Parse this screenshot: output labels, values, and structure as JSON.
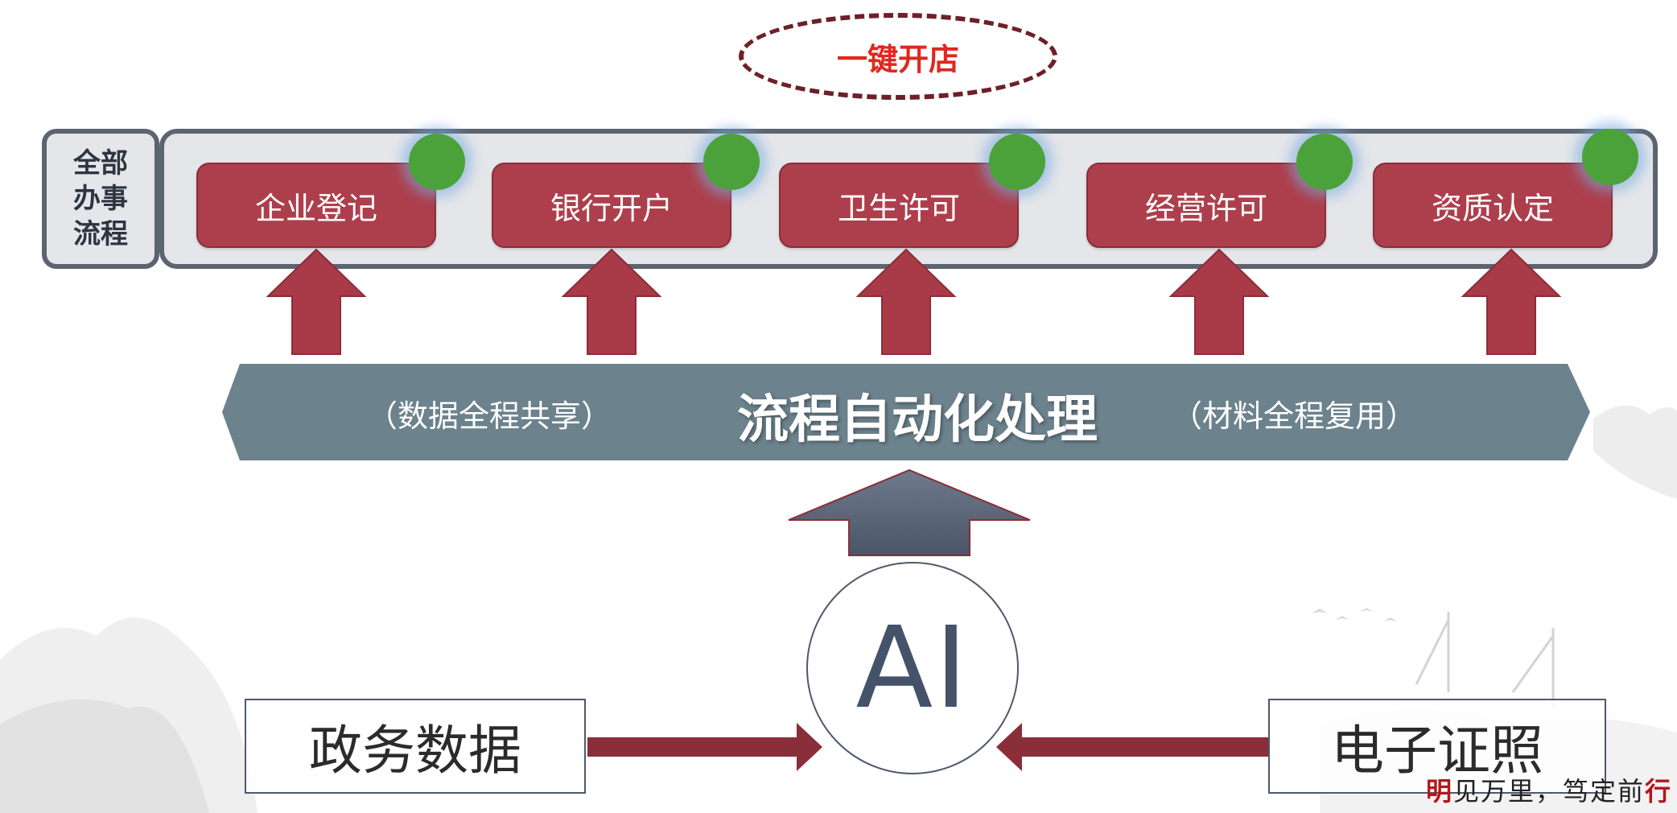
{
  "top_goal": {
    "label": "一键开店"
  },
  "process": {
    "title": "全部办事流程",
    "steps": [
      {
        "label": "企业登记"
      },
      {
        "label": "银行开户"
      },
      {
        "label": "卫生许可"
      },
      {
        "label": "经营许可"
      },
      {
        "label": "资质认定"
      }
    ]
  },
  "banner": {
    "main": "流程自动化处理",
    "left_note": "（数据全程共享）",
    "right_note": "（材料全程复用）"
  },
  "engine": {
    "label": "AI"
  },
  "sources": {
    "left": "政务数据",
    "right": "电子证照"
  },
  "slogan": {
    "first_char": "明",
    "middle": "见万里，笃定前",
    "last_char": "行"
  },
  "colors": {
    "step_fill": "#ad3f4c",
    "arrow_red": "#a93a47",
    "arrow_dark": "#5a6576",
    "banner_fill": "#6c828c",
    "status_green": "#4ba23a",
    "goal_text": "#e0271f"
  }
}
